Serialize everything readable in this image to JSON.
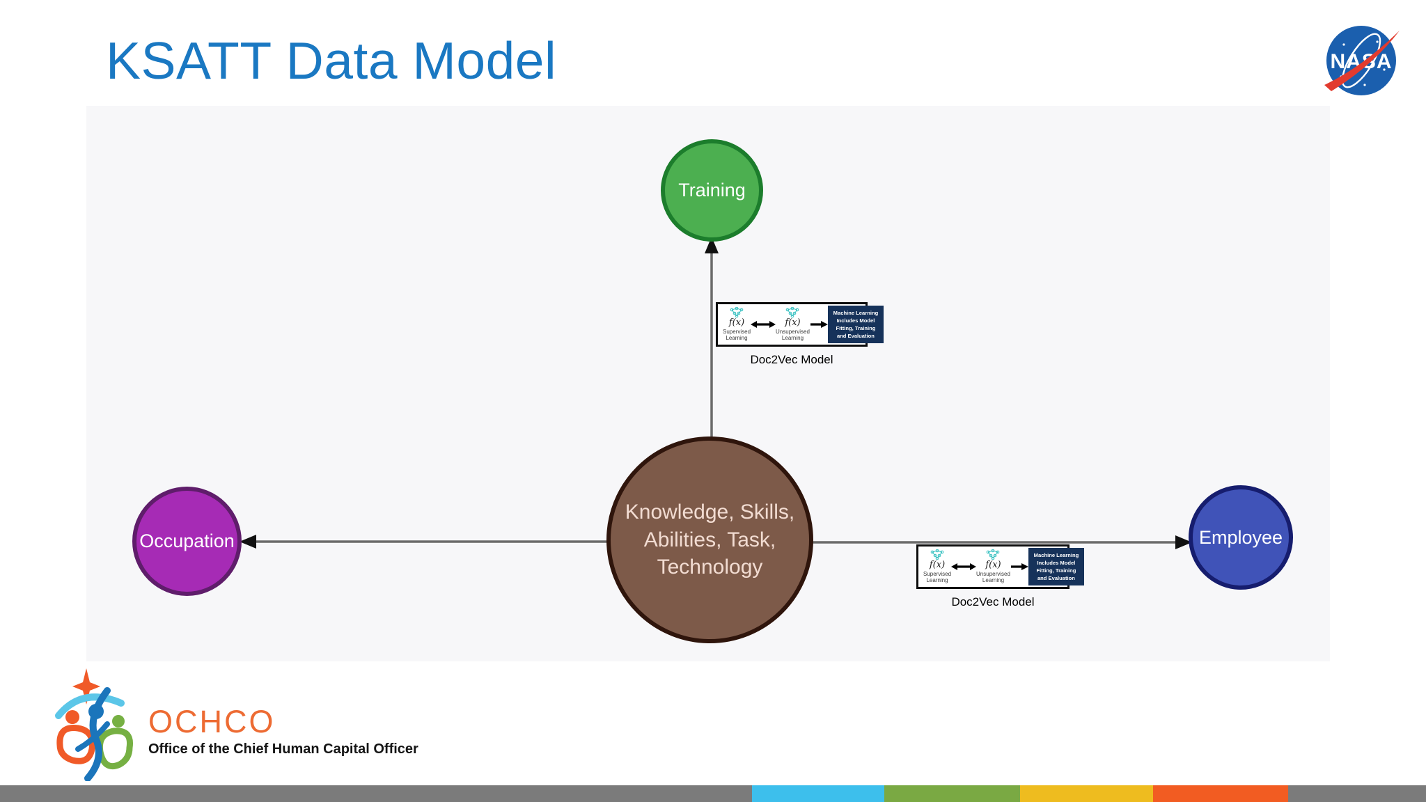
{
  "page": {
    "title": "KSATT Data Model"
  },
  "nasa": {
    "label": "NASA"
  },
  "diagram": {
    "training": "Training",
    "occupation": "Occupation",
    "employee": "Employee",
    "center": "Knowledge, Skills,\nAbilities, Task,\nTechnology"
  },
  "doc2vec": {
    "caption": "Doc2Vec Model",
    "fx": "f(x)",
    "supervised": "Supervised\nLearning",
    "unsupervised": "Unsupervised\nLearning",
    "ml_text": "Machine Learning Includes Model Fitting, Training and Evaluation"
  },
  "footer": {
    "brand": "OCHCO",
    "subtitle": "Office of the Chief Human Capital Officer"
  },
  "colors": {
    "title_blue": "#1a78c2",
    "panel_gray": "#f7f7f9",
    "training_fill": "#4caf50",
    "training_border": "#1c7d2c",
    "occupation_fill": "#a62bb5",
    "occupation_border": "#5f1d6b",
    "employee_fill": "#4053b8",
    "employee_border": "#161d6e",
    "center_fill": "#7d5a49",
    "center_border": "#2f150c",
    "ml_box_navy": "#16325a",
    "icon_teal": "#35c0c0",
    "ochco_orange": "#ed6b33",
    "nasa_blue": "#1b5fae",
    "nasa_red": "#e23b2e",
    "bar_gray": "#7b7b7b",
    "bar_cyan": "#3dbfec",
    "bar_green": "#7aa943",
    "bar_yellow": "#eebc1f",
    "bar_orange": "#f25c22"
  }
}
